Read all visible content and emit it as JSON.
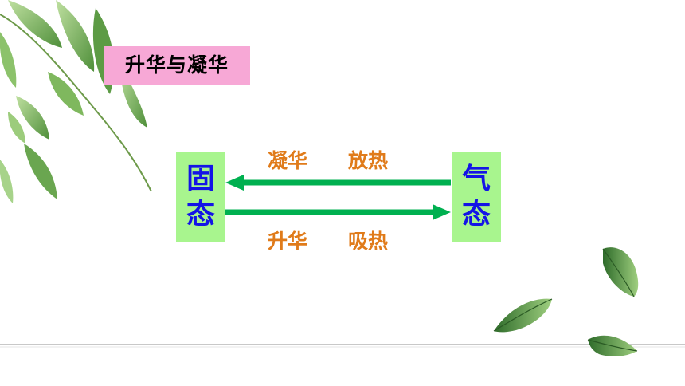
{
  "title": "升华与凝华",
  "solid": {
    "line1": "固",
    "line2": "态"
  },
  "gas": {
    "line1": "气",
    "line2": "态"
  },
  "top_arrow": {
    "process": "凝华",
    "heat": "放热"
  },
  "bottom_arrow": {
    "process": "升华",
    "heat": "吸热"
  },
  "colors": {
    "title_bg": "#f7a8d6",
    "box_bg": "#a8f58e",
    "box_text": "#1414e6",
    "label_text": "#e07b1a",
    "arrow": "#00b050"
  },
  "icons": [
    "leaf-branch-icon",
    "leaf-icon"
  ]
}
